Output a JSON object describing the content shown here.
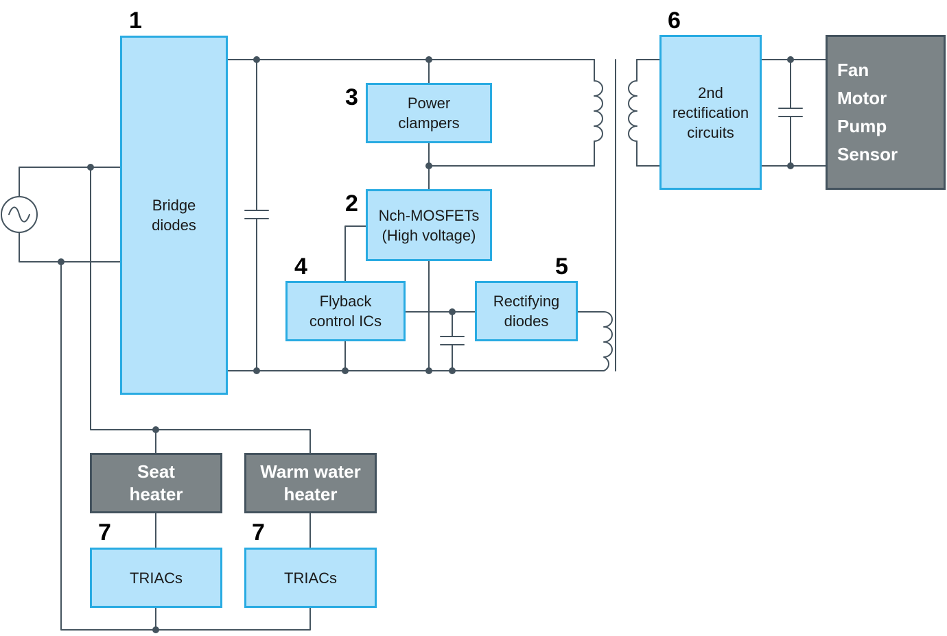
{
  "blocks": {
    "bridge": [
      "Bridge",
      "diodes"
    ],
    "clampers": [
      "Power",
      "clampers"
    ],
    "mosfets": [
      "Nch-MOSFETs",
      "(High voltage)"
    ],
    "flyback": [
      "Flyback",
      "control ICs"
    ],
    "rectifying": [
      "Rectifying",
      "diodes"
    ],
    "second_rect": [
      "2nd",
      "rectification",
      "circuits"
    ],
    "loads": [
      "Fan",
      "Motor",
      "Pump",
      "Sensor"
    ],
    "seat_heater": [
      "Seat",
      "heater"
    ],
    "water_heater": [
      "Warm water",
      "heater"
    ],
    "triac_seat": [
      "TRIACs"
    ],
    "triac_water": [
      "TRIACs"
    ]
  },
  "numbers": {
    "n1": "1",
    "n2": "2",
    "n3": "3",
    "n4": "4",
    "n5": "5",
    "n6": "6",
    "n7a": "7",
    "n7b": "7"
  },
  "colors": {
    "wire": "#44535e",
    "block_fill": "#b5e3fb",
    "block_border": "#29abe2",
    "load_fill": "#7c8487",
    "load_border": "#44535e"
  }
}
